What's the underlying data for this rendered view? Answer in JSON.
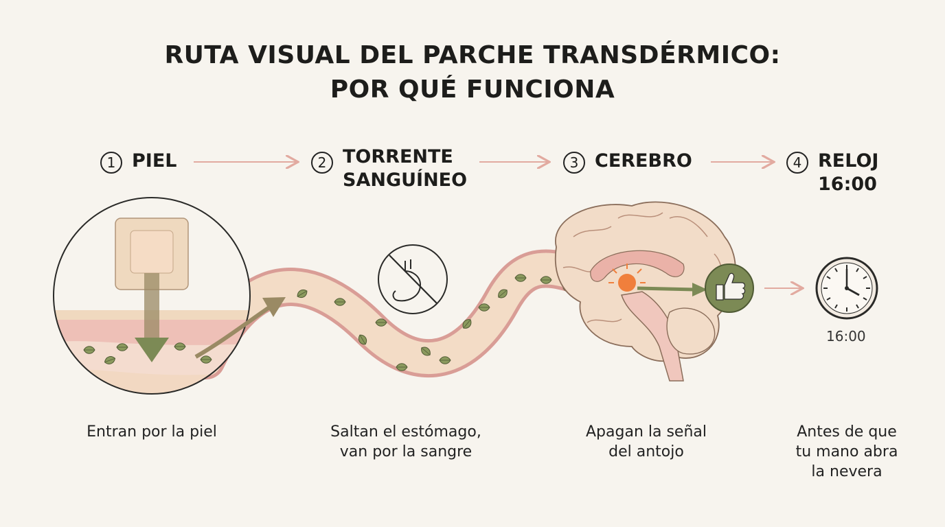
{
  "title": {
    "line1": "RUTA VISUAL DEL PARCHE TRANSDÉRMICO:",
    "line2": "POR QUÉ FUNCIONA"
  },
  "steps": [
    {
      "number": "1",
      "label_line1": "PIEL",
      "label_line2": ""
    },
    {
      "number": "2",
      "label_line1": "TORRENTE",
      "label_line2": "SANGUÍNEO"
    },
    {
      "number": "3",
      "label_line1": "CEREBRO",
      "label_line2": ""
    },
    {
      "number": "4",
      "label_line1": "RELOJ",
      "label_line2": "16:00"
    }
  ],
  "captions": [
    {
      "line1": "Entran por la piel",
      "line2": "",
      "line3": ""
    },
    {
      "line1": "Saltan el estómago,",
      "line2": "van por la sangre",
      "line3": ""
    },
    {
      "line1": "Apagan la señal",
      "line2": "del antojo",
      "line3": ""
    },
    {
      "line1": "Antes de que",
      "line2": "tu mano abra",
      "line3": "la nevera"
    }
  ],
  "clock_time": "16:00",
  "icons": [
    "patch-icon",
    "no-stomach-icon",
    "brain-icon",
    "thumbs-up-icon",
    "clock-icon",
    "arrow-icon",
    "leaf-icon"
  ],
  "colors": {
    "background": "#f7f4ee",
    "accent_green": "#7c8a55",
    "vein_pink": "#e6b4ad",
    "arrow_pink": "#e2aaa0",
    "signal_orange": "#f07f3c"
  }
}
